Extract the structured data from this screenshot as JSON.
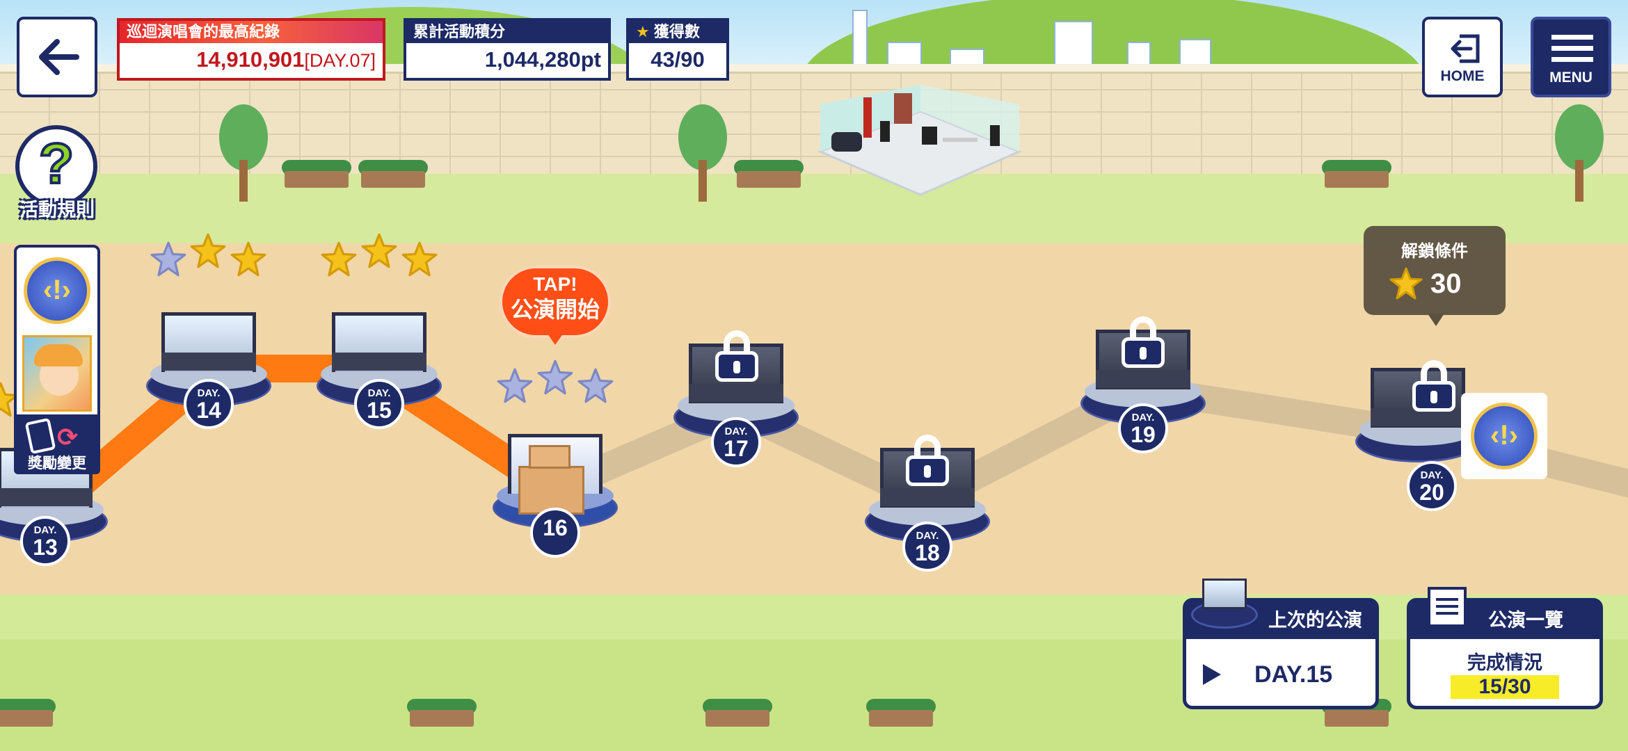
{
  "hud": {
    "best_record": {
      "title": "巡迴演唱會的最高紀錄",
      "value": "14,910,901",
      "day": "[DAY.07]"
    },
    "total_points": {
      "title": "累計活動積分",
      "value": "1,044,280pt"
    },
    "obtained": {
      "title": "獲得數",
      "value": "43/90"
    }
  },
  "nav": {
    "home_label": "HOME",
    "menu_label": "MENU"
  },
  "rules_label": "活動規則",
  "reward_change_label": "獎勵變更",
  "tap_bubble": {
    "line1": "TAP!",
    "line2": "公演開始"
  },
  "unlock_tooltip": {
    "title": "解鎖條件",
    "value": "30"
  },
  "days": [
    {
      "day_label": "DAY.",
      "number": "13",
      "state": "cleared"
    },
    {
      "day_label": "DAY.",
      "number": "14",
      "state": "cleared",
      "stars": 2
    },
    {
      "day_label": "DAY.",
      "number": "15",
      "state": "cleared",
      "stars": 3
    },
    {
      "day_label": "",
      "number": "16",
      "state": "current",
      "stars": 0
    },
    {
      "day_label": "DAY.",
      "number": "17",
      "state": "locked"
    },
    {
      "day_label": "DAY.",
      "number": "18",
      "state": "locked"
    },
    {
      "day_label": "DAY.",
      "number": "19",
      "state": "locked"
    },
    {
      "day_label": "DAY.",
      "number": "20",
      "state": "locked"
    }
  ],
  "last_performance": {
    "title": "上次的公演",
    "value": "DAY.15"
  },
  "performance_list": {
    "title": "公演一覽",
    "subtitle": "完成情況",
    "value": "15/30"
  },
  "colors": {
    "navy": "#1d2a66",
    "orange_path": "#ff7a12",
    "gold_star": "#f4c21a",
    "red_text": "#c0181e"
  }
}
